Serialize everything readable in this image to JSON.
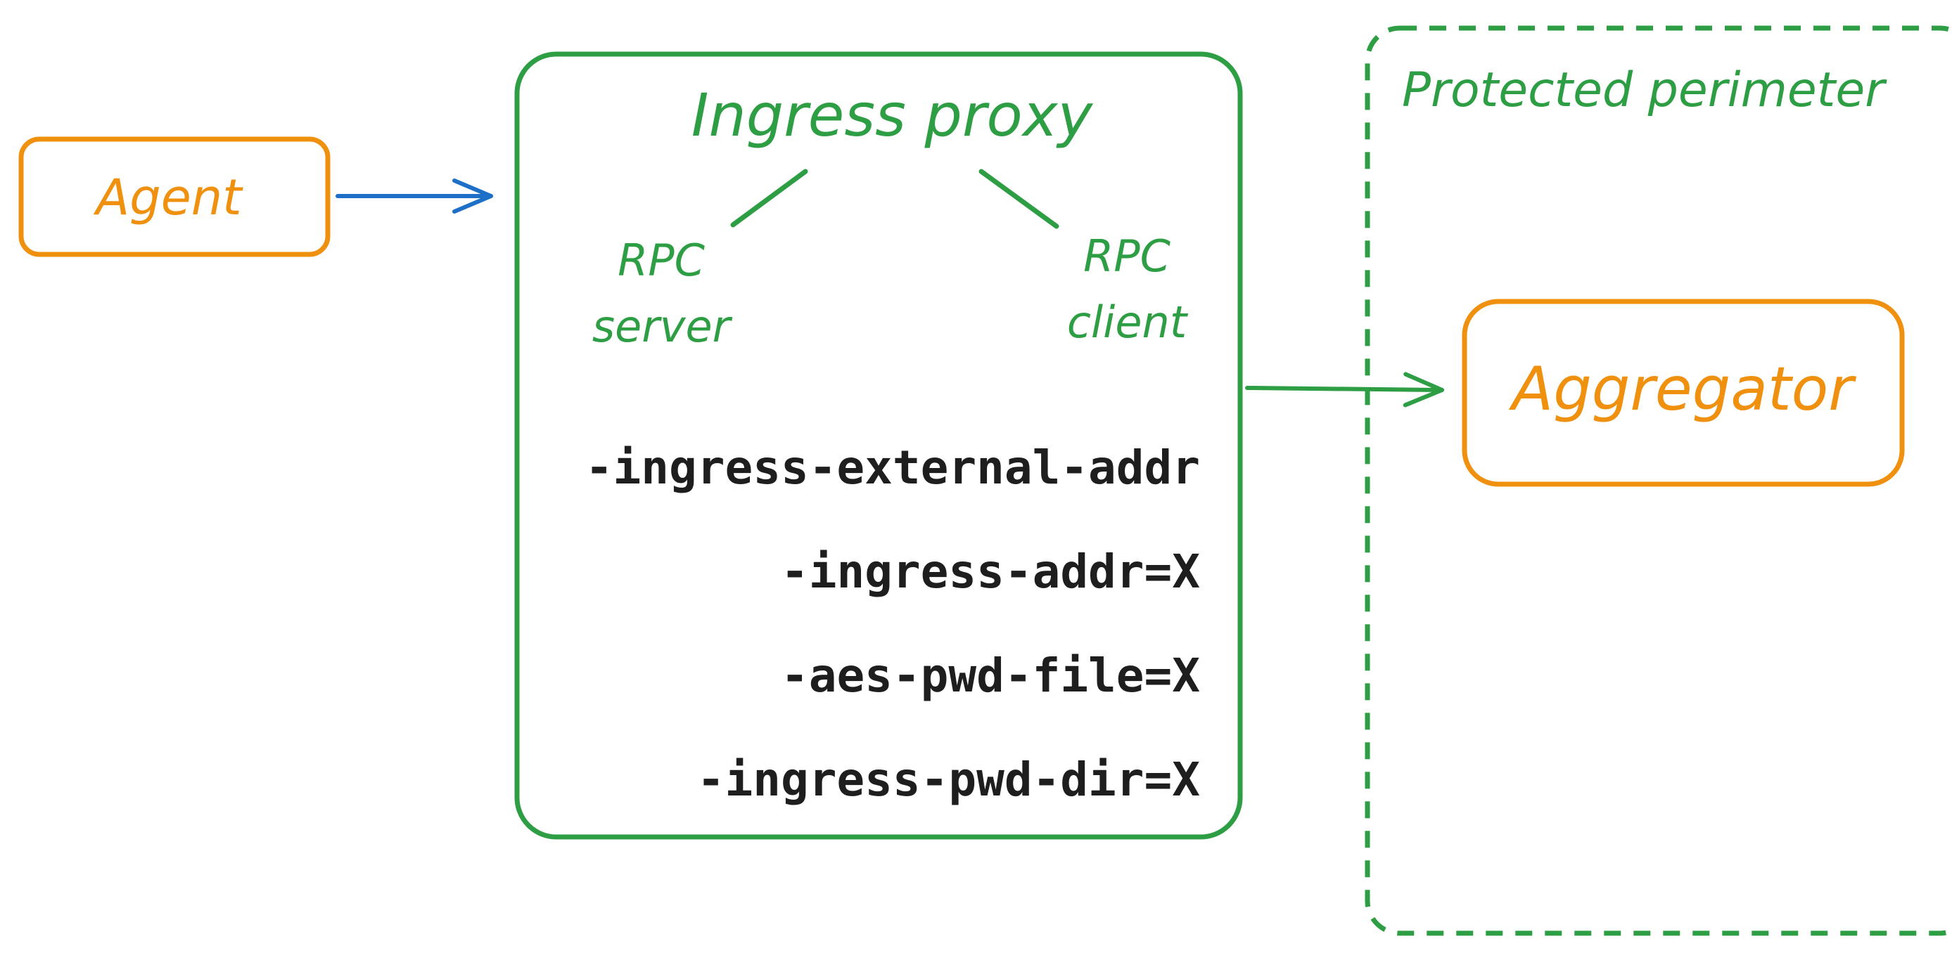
{
  "colors": {
    "orange": "#F0900F",
    "green": "#2E9E44",
    "blue": "#1E6FC8",
    "text": "#1E1E1E"
  },
  "agent": {
    "label": "Agent"
  },
  "ingress_proxy": {
    "title": "Ingress proxy",
    "rpc_server": [
      "RPC",
      "server"
    ],
    "rpc_client": [
      "RPC",
      "client"
    ],
    "flags": [
      "-ingress-external-addr",
      "-ingress-addr=X",
      "-aes-pwd-file=X",
      "-ingress-pwd-dir=X"
    ]
  },
  "perimeter": {
    "label": "Protected perimeter"
  },
  "aggregator": {
    "label": "Aggregator"
  }
}
